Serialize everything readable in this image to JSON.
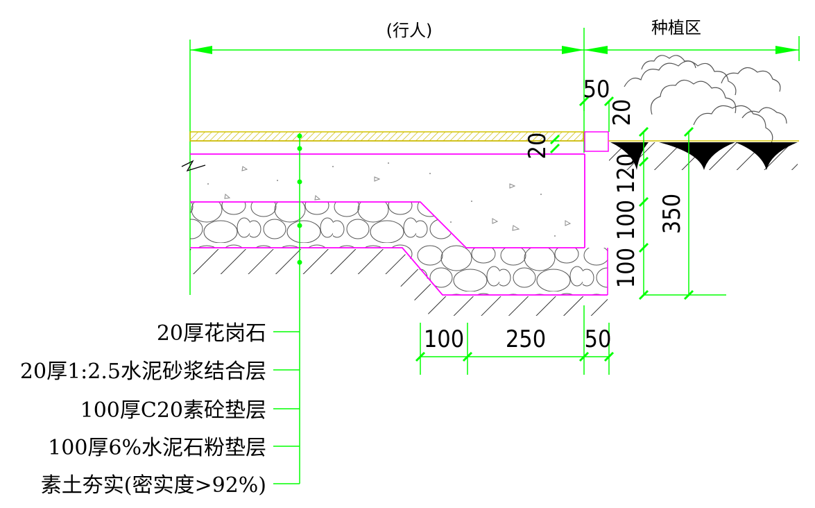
{
  "header": {
    "pedestrian_label": "(行人)",
    "planting_label": "种植区"
  },
  "dimensions": {
    "top_gap": "50",
    "top_height": "20",
    "paving": "20",
    "d120": "120",
    "d100a": "100",
    "d100b": "100",
    "total": "350",
    "bottom_100": "100",
    "bottom_250": "250",
    "bottom_50": "50"
  },
  "layers": [
    "20厚花岗石",
    "20厚1:2.5水泥砂浆结合层",
    "100厚C20素砼垫层",
    "100厚6%水泥石粉垫层",
    "素土夯实(密实度>92%)"
  ],
  "colors": {
    "dimension": "#00ff00",
    "layer_outline": "#ff00ff",
    "paving_hatch": "#d4c400",
    "drawing": "#000000"
  }
}
